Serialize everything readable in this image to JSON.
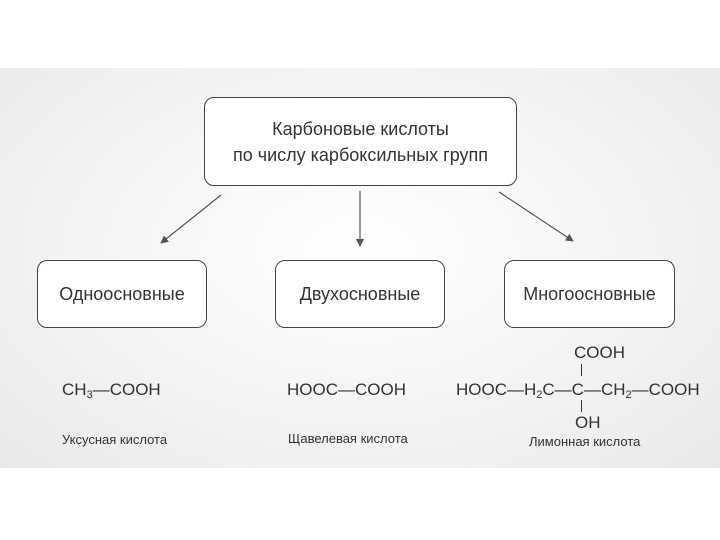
{
  "root": {
    "line1": "Карбоновые кислоты",
    "line2": "по числу карбоксильных групп"
  },
  "categories": [
    {
      "label": "Одноосновные"
    },
    {
      "label": "Двухосновные"
    },
    {
      "label": "Многоосновные"
    }
  ],
  "acetic": {
    "ch": "CH",
    "sub3": "3",
    "bond_cooh": "—COOH",
    "name": "Уксусная кислота"
  },
  "oxalic": {
    "formula": "HOOC—COOH",
    "name": "Щавелевая кислота"
  },
  "citric": {
    "top_group": "COOH",
    "p1": "HOOC—H",
    "sub2a": "2",
    "p2": "C—C—CH",
    "sub2b": "2",
    "p3": "—COOH",
    "bottom_group": "OH",
    "name": "Лимонная кислота"
  }
}
